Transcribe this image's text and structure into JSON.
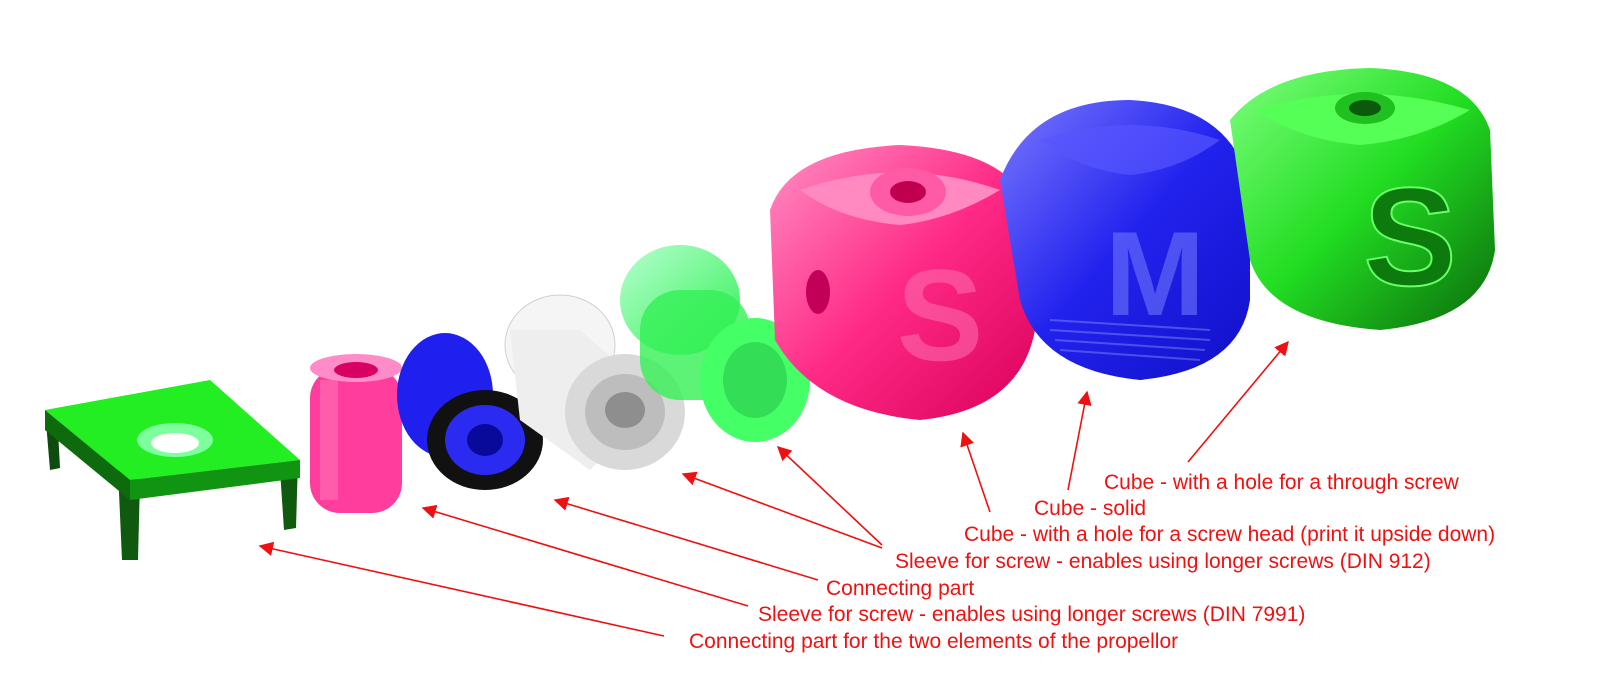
{
  "colors": {
    "annotation": "#ee1111",
    "green": "#22ee22",
    "pink": "#ff1f7f",
    "blue": "#1c1cf0",
    "white_part": "#f2f2f2",
    "black_ring": "#111111",
    "dark_green": "#0f5a0f"
  },
  "labels": [
    "Cube - with a hole for a through screw",
    "Cube - solid",
    "Cube - with a hole for a screw head (print it upside down)",
    "Sleeve for screw - enables using longer screws (DIN 912)",
    "Connecting part",
    "Sleeve for screw - enables using longer screws (DIN 7991)",
    "Connecting part for the two elements of the propellor"
  ],
  "cube_letters": {
    "green_cube": "S",
    "pink_cube": "S",
    "blue_cube": "M"
  }
}
